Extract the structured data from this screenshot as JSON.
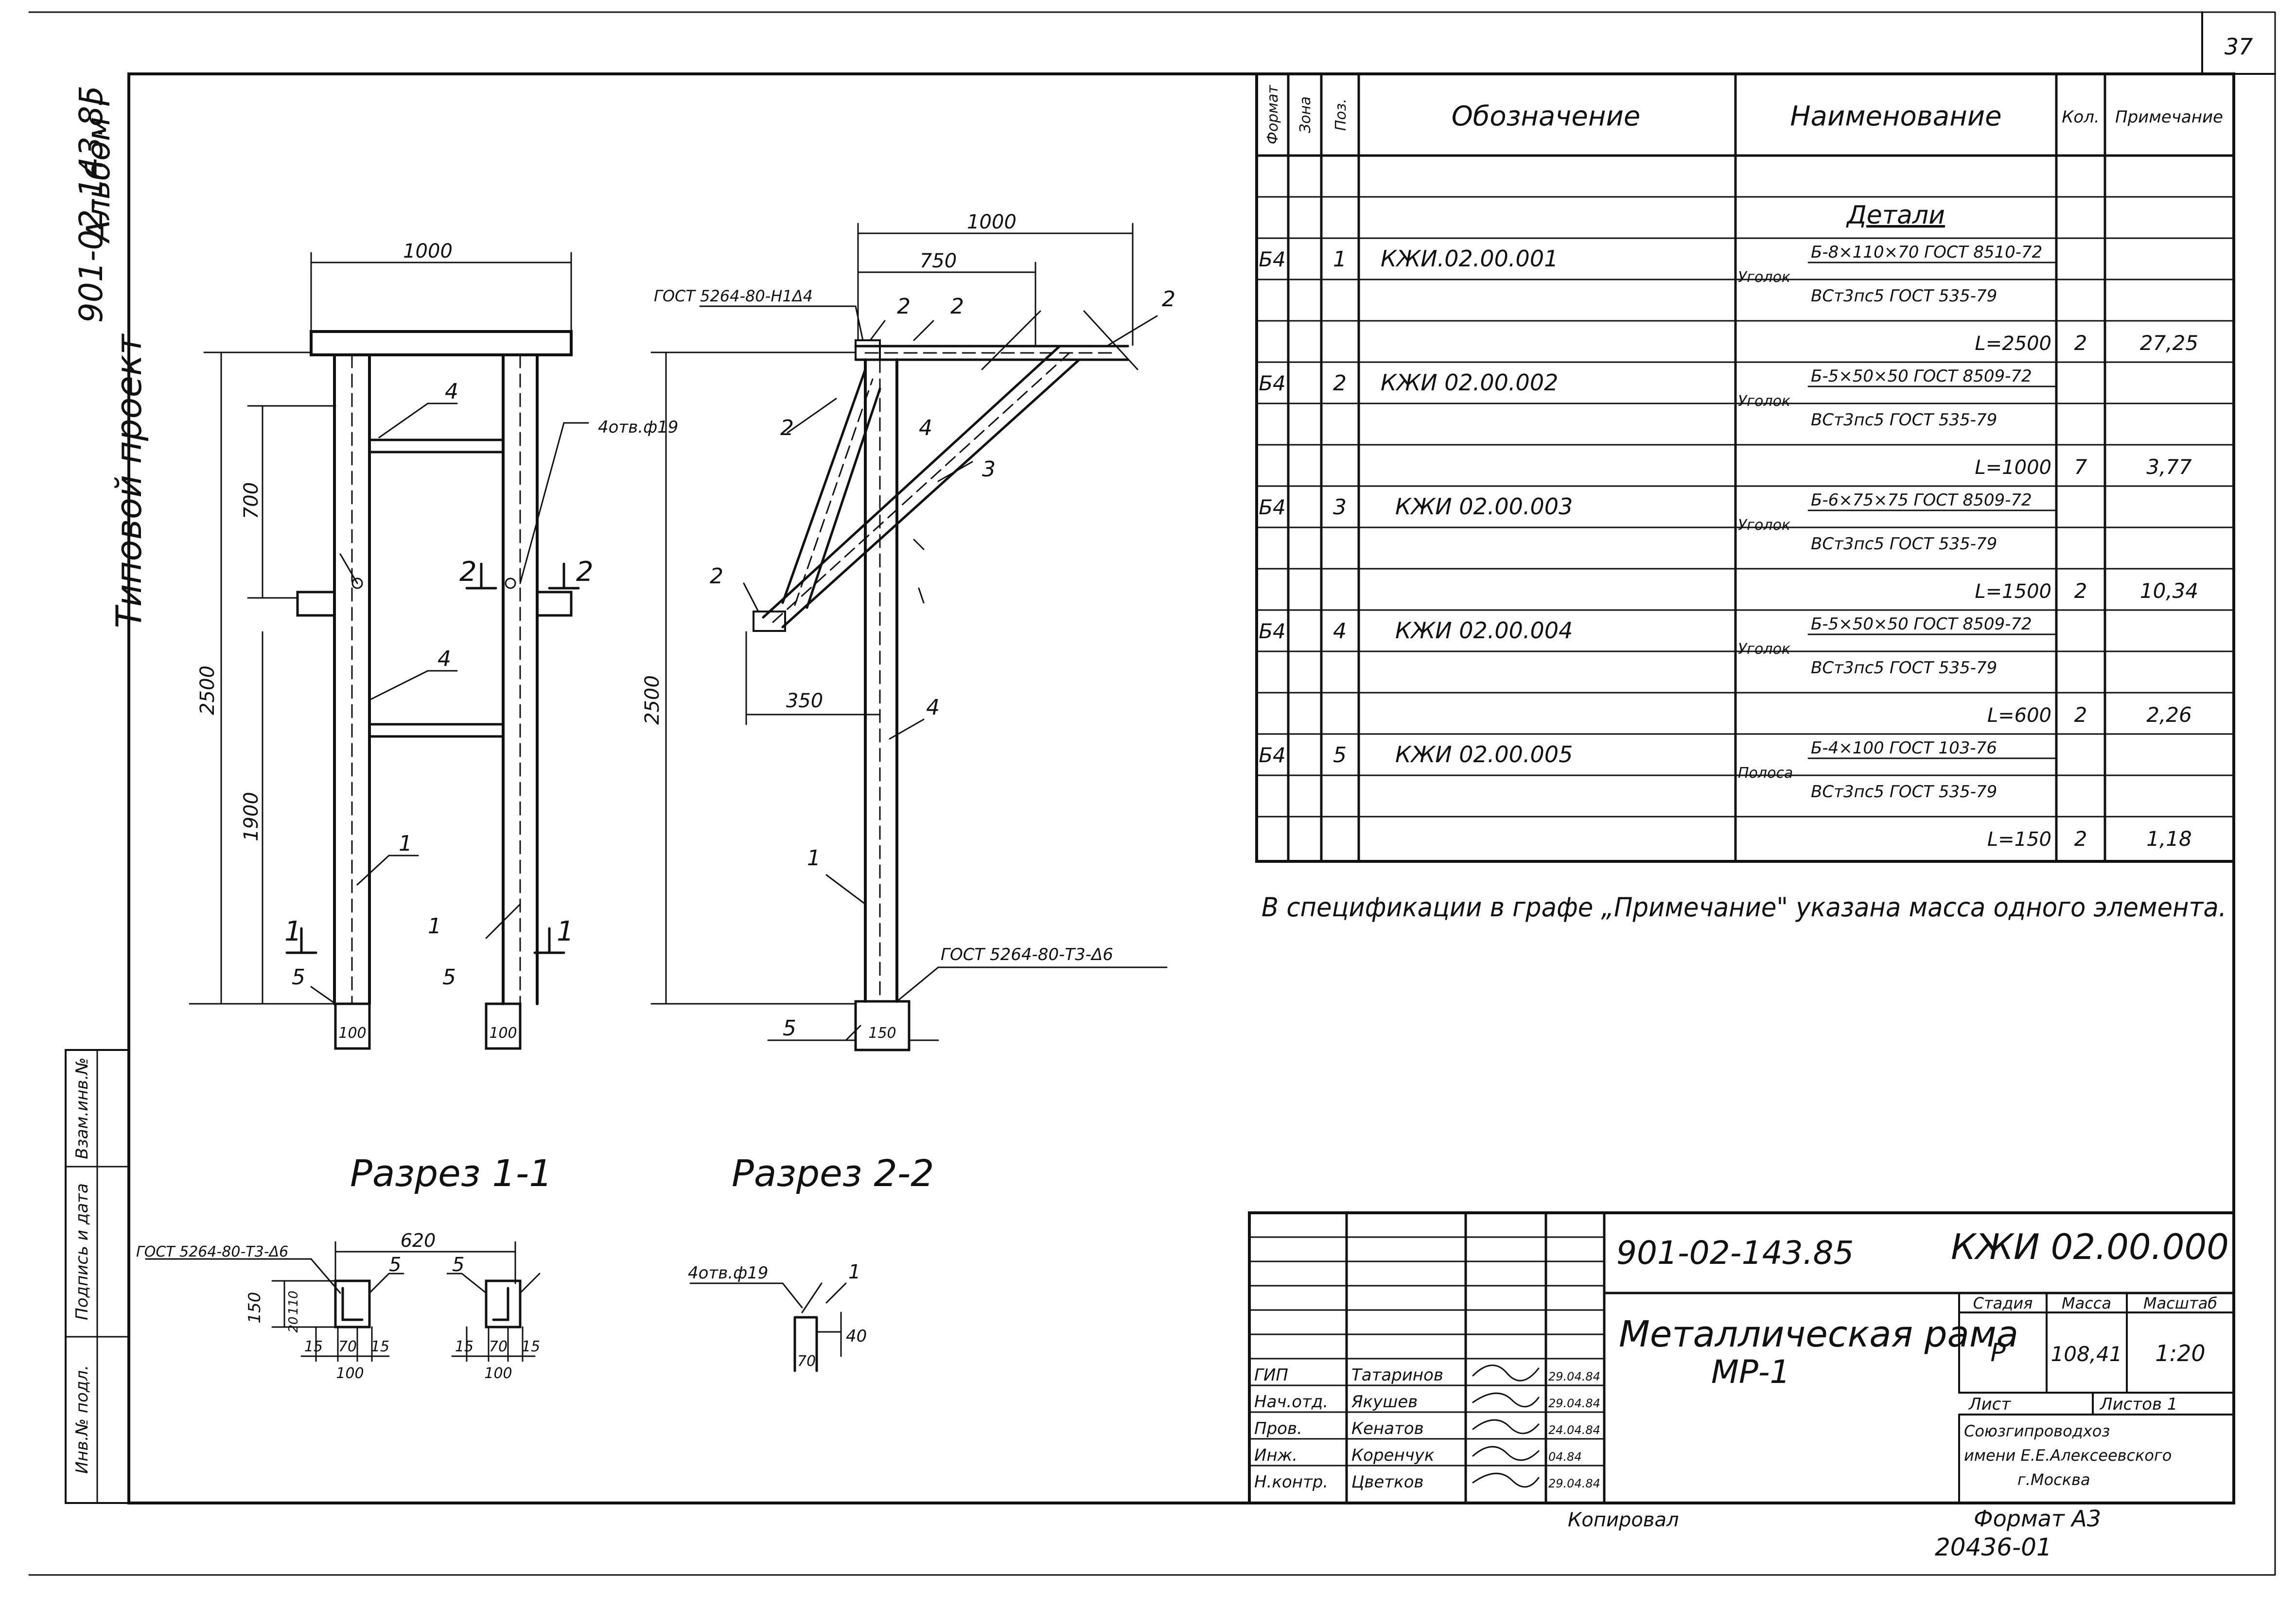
{
  "sheet_number": "37",
  "side_strip": {
    "doc_code": "901-02-143.85",
    "album": "Альбом I",
    "project_type": "Типовой проект"
  },
  "left_stamp": {
    "fields": [
      "Взам.инв.№",
      "Подпись и дата",
      "Инв.№ подл."
    ]
  },
  "drawing_front": {
    "dim_width": "1000",
    "dim_700": "700",
    "dim_2500": "2500",
    "dim_1900": "1900",
    "hole_label": "4отв.ф19",
    "base_width": "100",
    "positions": [
      "4",
      "4",
      "1",
      "1",
      "5",
      "5"
    ],
    "cut_1": "1",
    "cut_2": "2"
  },
  "drawing_side": {
    "dim_1000": "1000",
    "dim_750": "750",
    "dim_350": "350",
    "dim_2500": "2500",
    "base_width": "150",
    "weld_top": "ГОСТ 5264-80-Н1Δ4",
    "weld_bottom": "ГОСТ 5264-80-Т3-Δ6",
    "positions": [
      "2",
      "2",
      "2",
      "2",
      "2",
      "3",
      "4",
      "4",
      "1",
      "5"
    ]
  },
  "section_1": {
    "title": "Разрез 1-1",
    "weld": "ГОСТ 5264-80-Т3-Δ6",
    "dim_620": "620",
    "dim_150": "150",
    "dim_20": "20",
    "dim_110": "110",
    "dim_15": "15",
    "dim_100": "100",
    "dim_70": "70",
    "pos": "5"
  },
  "section_2": {
    "title": "Разрез 2-2",
    "hole": "4отв.ф19",
    "pos": "1",
    "dim_40": "40",
    "dim_70": "70"
  },
  "spec_table": {
    "headers": [
      "Формат",
      "Зона",
      "Поз.",
      "Обозначение",
      "Наименование",
      "Кол.",
      "Примечание"
    ],
    "section_title": "Детали",
    "rows": [
      {
        "format": "Б4",
        "pos": "1",
        "designation": "КЖИ.02.00.001",
        "kind": "Уголок",
        "name_top": "Б-8×110×70 ГОСТ 8510-72",
        "name_bottom": "ВСт3пс5 ГОСТ 535-79",
        "length": "L=2500",
        "qty": "2",
        "mass": "27,25"
      },
      {
        "format": "Б4",
        "pos": "2",
        "designation": "КЖИ 02.00.002",
        "kind": "Уголок",
        "name_top": "Б-5×50×50 ГОСТ 8509-72",
        "name_bottom": "ВСт3пс5 ГОСТ 535-79",
        "length": "L=1000",
        "qty": "7",
        "mass": "3,77"
      },
      {
        "format": "Б4",
        "pos": "3",
        "designation": "КЖИ 02.00.003",
        "kind": "Уголок",
        "name_top": "Б-6×75×75 ГОСТ 8509-72",
        "name_bottom": "ВСт3пс5 ГОСТ 535-79",
        "length": "L=1500",
        "qty": "2",
        "mass": "10,34"
      },
      {
        "format": "Б4",
        "pos": "4",
        "designation": "КЖИ 02.00.004",
        "kind": "Уголок",
        "name_top": "Б-5×50×50 ГОСТ 8509-72",
        "name_bottom": "ВСт3пс5 ГОСТ 535-79",
        "length": "L=600",
        "qty": "2",
        "mass": "2,26"
      },
      {
        "format": "Б4",
        "pos": "5",
        "designation": "КЖИ 02.00.005",
        "kind": "Полоса",
        "name_top": "Б-4×100 ГОСТ 103-76",
        "name_bottom": "ВСт3пс5 ГОСТ 535-79",
        "length": "L=150",
        "qty": "2",
        "mass": "1,18"
      }
    ]
  },
  "note": "В спецификации в графе „Примечание\" указана масса одного элемента.",
  "title_block": {
    "doc_code": "901-02-143.85",
    "drawing_code": "КЖИ 02.00.000",
    "title_line1": "Металлическая рама",
    "title_line2": "МР-1",
    "stage_label": "Стадия",
    "mass_label": "Масса",
    "scale_label": "Масштаб",
    "stage": "Р",
    "mass": "108,41",
    "scale": "1:20",
    "sheet_label": "Лист",
    "sheets_label": "Листов 1",
    "org_line1": "Союзгипроводхоз",
    "org_line2": "имени Е.Е.Алексеевского",
    "org_line3": "г.Москва",
    "roles": [
      {
        "role": "ГИП",
        "name": "Татаринов",
        "date": "29.04.84"
      },
      {
        "role": "Нач.отд.",
        "name": "Якушев",
        "date": "29.04.84"
      },
      {
        "role": "Пров.",
        "name": "Кенатов",
        "date": "24.04.84"
      },
      {
        "role": "Инж.",
        "name": "Коренчук",
        "date": "04.84"
      },
      {
        "role": "Н.контр.",
        "name": "Цветков",
        "date": "29.04.84"
      }
    ]
  },
  "copied": "Копировал",
  "format": "Формат А3",
  "inventory": "20436-01"
}
